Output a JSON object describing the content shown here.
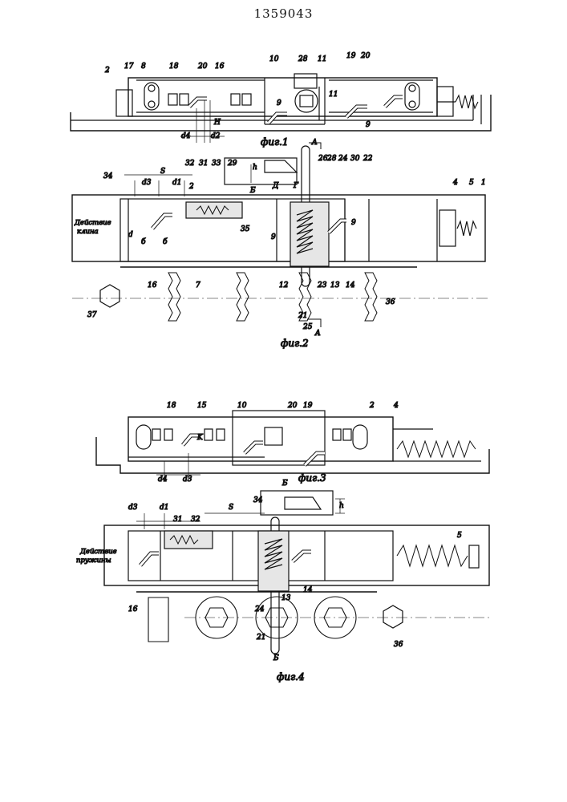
{
  "document_number": "1359043",
  "figures": [
    {
      "caption": "фиг.1",
      "labels": [
        "2",
        "17",
        "8",
        "18",
        "20",
        "16",
        "10",
        "28",
        "11",
        "19",
        "20",
        "9",
        "11",
        "9",
        "H",
        "d4",
        "d2"
      ]
    },
    {
      "caption": "фиг.2",
      "labels": [
        "A",
        "29",
        "h",
        "Б",
        "Д",
        "Г",
        "26",
        "28",
        "24",
        "30",
        "22",
        "34",
        "d3",
        "S",
        "d1",
        "32",
        "31",
        "33",
        "4",
        "5",
        "1",
        "2",
        "35",
        "9",
        "9",
        "б",
        "б",
        "7",
        "16",
        "12",
        "21",
        "25",
        "23",
        "13",
        "14",
        "36",
        "37",
        "A"
      ],
      "action_label": [
        "Действие",
        "клина"
      ]
    },
    {
      "caption": "фиг.3",
      "labels": [
        "18",
        "15",
        "10",
        "20",
        "19",
        "2",
        "4",
        "K",
        "d4",
        "d3"
      ]
    },
    {
      "caption": "фиг.4",
      "labels": [
        "Б",
        "h",
        "d3",
        "d1",
        "S",
        "31",
        "32",
        "34",
        "5",
        "14",
        "13",
        "16",
        "24",
        "21",
        "36",
        "Б"
      ],
      "action_label": [
        "Действие",
        "пружины"
      ]
    }
  ]
}
